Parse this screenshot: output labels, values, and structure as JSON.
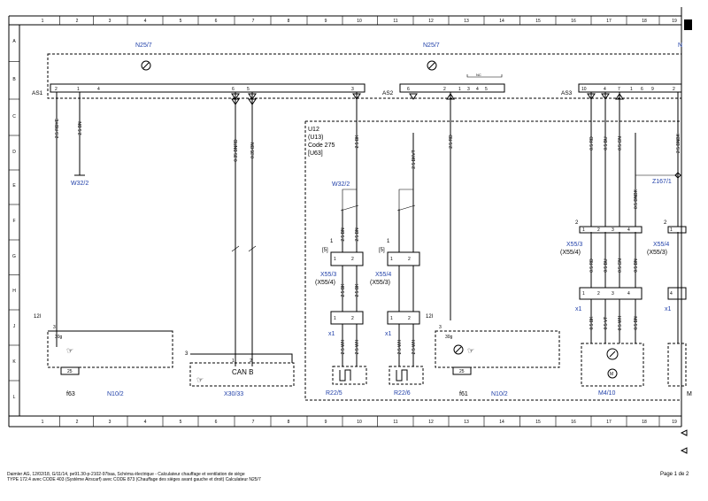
{
  "grid": {
    "cols": [
      "1",
      "2",
      "3",
      "4",
      "5",
      "6",
      "7",
      "8",
      "9",
      "10",
      "11",
      "12",
      "13",
      "14",
      "15",
      "16",
      "17",
      "18",
      "19"
    ],
    "rows": [
      "A",
      "B",
      "C",
      "D",
      "E",
      "F",
      "G",
      "H",
      "J",
      "K",
      "L"
    ]
  },
  "modules": {
    "n25_left": "N25/7",
    "n25_mid": "N25/7",
    "n25_right": "N",
    "as1": "AS1",
    "as2": "AS2",
    "as3": "AS3",
    "u12_lines": [
      "U12",
      "(U13)",
      "Code 275",
      "[U63]"
    ]
  },
  "wires": {
    "w1": "2.5 RDYE",
    "w2": "2.5 BN",
    "w3": "0.35 BNRD",
    "w4": "0.35 BN",
    "w5": "2.5 BK",
    "w6": "2.5 BKVT",
    "w7": "2.5 RD",
    "w8": "0.5 RD",
    "w9": "0.5 BU",
    "w10": "0.5 GN",
    "w11": "2.5 BNBK",
    "w12": "0.5 BNBK",
    "w13": "2.5 BN",
    "w14": "2.5 BN",
    "w15": "2.5 BK",
    "w16": "2.5 BK",
    "w17": "2.5 WH",
    "w18": "2.5 WH",
    "w19": "2.5 WH",
    "w20": "2.5 WH",
    "w21": "0.5 RD",
    "w22": "0.5 BU",
    "w23": "0.5 GN",
    "w24": "0.5 BN",
    "w25": "0.5 BK",
    "w26": "0.5 VT",
    "w27": "0.5 WH",
    "w28": "0.5 BN"
  },
  "labels": {
    "w32_2_left": "W32/2",
    "w32_2_mid": "W32/2",
    "z167": "Z167/1",
    "x55_3_a": "X55/3",
    "x55_4_a": "(X55/4)",
    "x55_4_b": "X55/4",
    "x55_3_b": "(X55/3)",
    "x55_3_c": "X55/3",
    "x55_4_c": "(X55/4)",
    "x55_4_d": "X55/4",
    "x55_3_d": "(X55/3)",
    "x1_a": "x1",
    "x1_b": "x1",
    "x1_c": "x1",
    "x1_d": "x1",
    "r22_5": "R22/5",
    "r22_6": "R22/6",
    "m4_10": "M4/10",
    "n10_2_left": "N10/2",
    "n10_2_right": "N10/2",
    "f63": "f63",
    "f61": "f61",
    "can_b": "CAN B",
    "x30_33": "X30/33",
    "fuse_25a": "25",
    "fuse_25b": "25",
    "num_12l_a": "12l",
    "num_12l_b": "12l",
    "num_30g_a": "30g",
    "num_30g_b": "30g",
    "num_3_a": "3",
    "num_3_b": "3",
    "num_1_a": "1",
    "num_1_b": "1",
    "bracket_5_a": "[5]",
    "bracket_5_b": "[5]",
    "num_2_a": "2",
    "num_2_b": "2",
    "m_right": "M"
  },
  "footer": {
    "line1": "Daimler AG, 12/02/18, G/11/14, pe91.30-p-2102-97baa, Schéma électrique - Calculateur chauffage et ventilation de siège",
    "line2": "TYPE 172.4 avec CODE 403 (Système Airscarf) avec CODE 873 (Chauffage des sièges avant gauche et droit) Calculateur N25/7",
    "page": "Page 1 de 2"
  }
}
